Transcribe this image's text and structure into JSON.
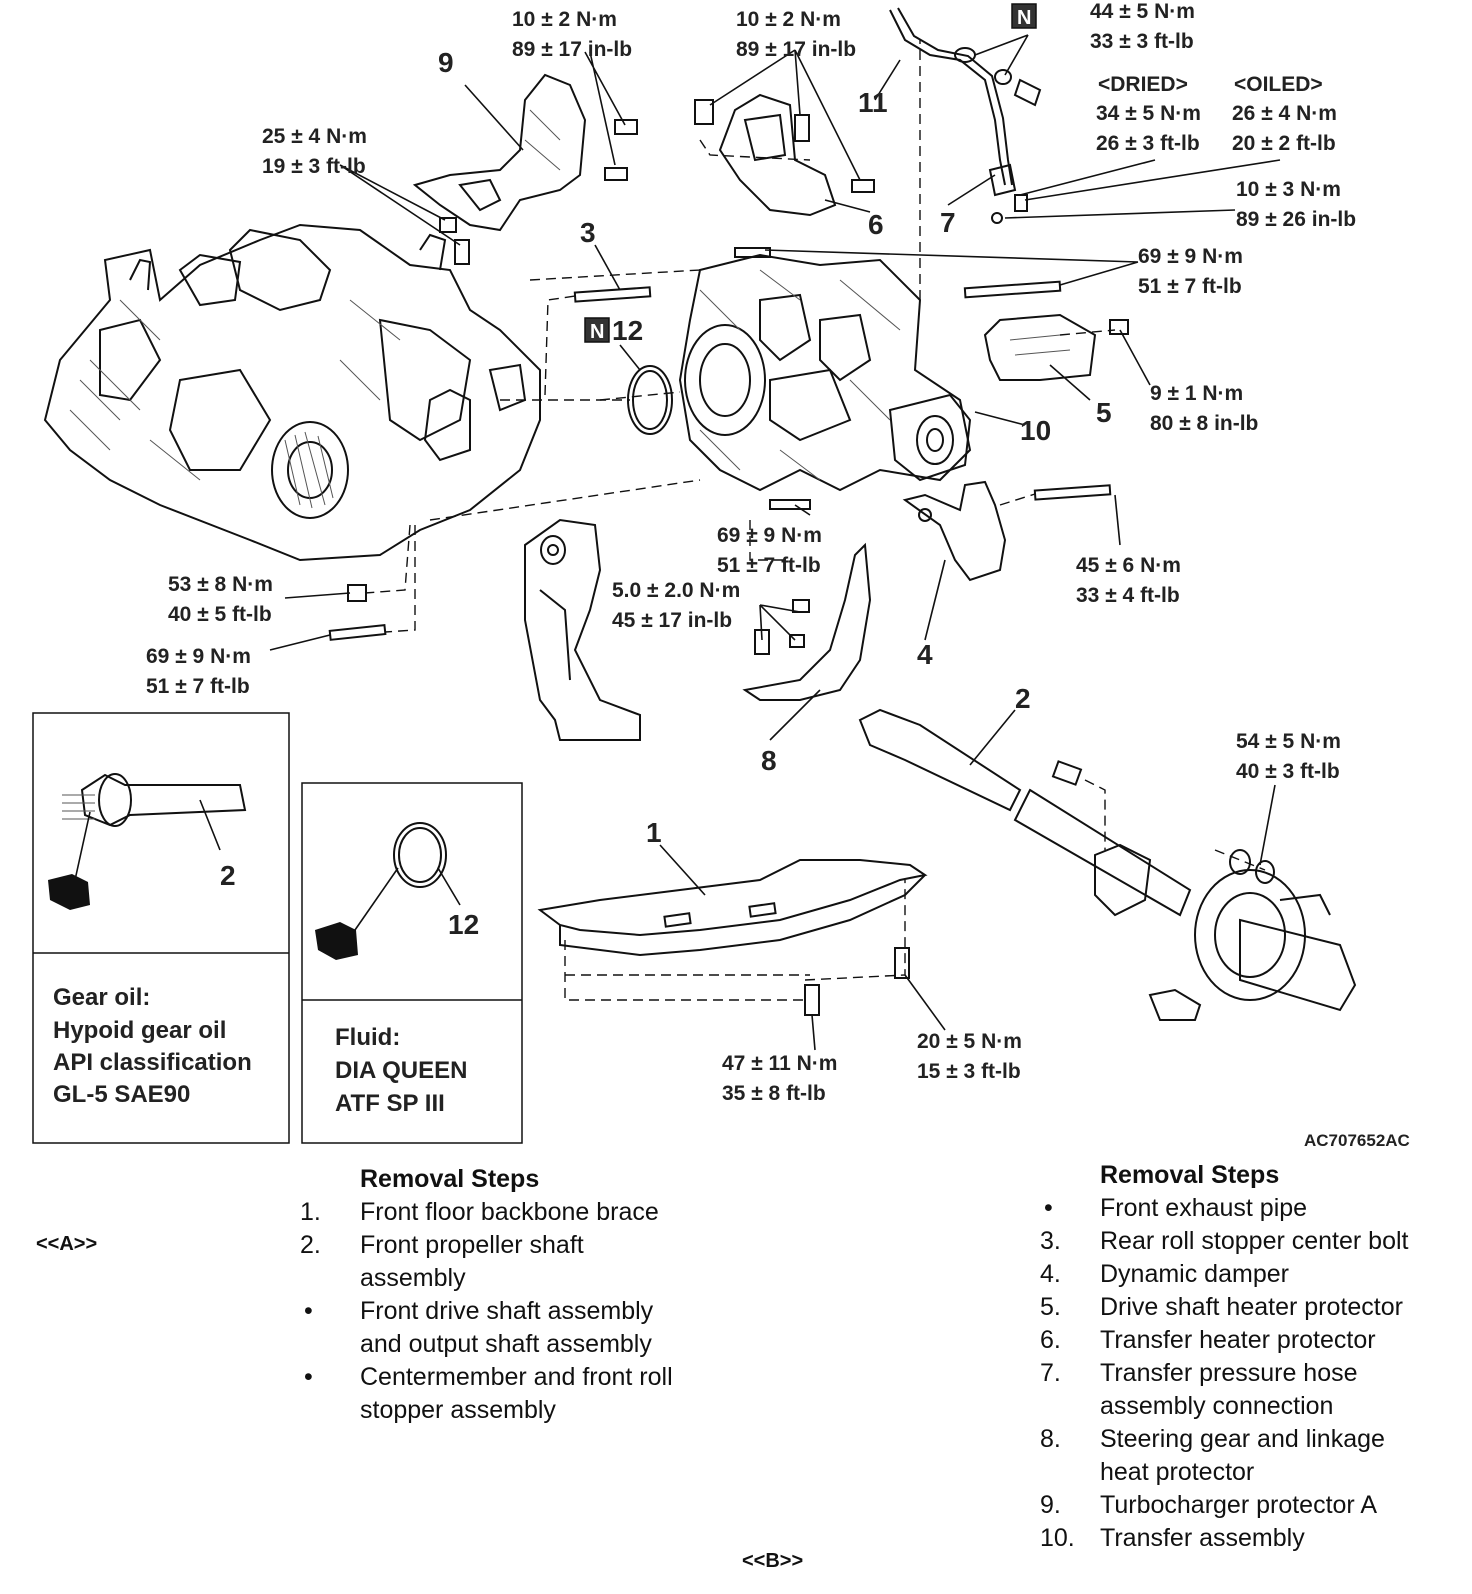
{
  "figure_id": "AC707652AC",
  "callouts": {
    "c1": "1",
    "c2": "2",
    "c2b": "2",
    "c3": "3",
    "c4": "4",
    "c5": "5",
    "c6": "6",
    "c7": "7",
    "c8": "8",
    "c9": "9",
    "c10": "10",
    "c11": "11",
    "c12": "12",
    "c12b": "12",
    "n_mark": "N",
    "n_mark2": "N"
  },
  "torque_specs": {
    "t_top_left_a": "10 ± 2 N·m",
    "t_top_left_b": "89 ± 17 in-lb",
    "t_top_mid_a": "10 ± 2 N·m",
    "t_top_mid_b": "89 ± 17 in-lb",
    "t_top_right_a": "44 ± 5 N·m",
    "t_top_right_b": "33 ± 3 ft-lb",
    "dried_head": "<DRIED>",
    "oiled_head": "<OILED>",
    "dried_a": "34 ± 5 N·m",
    "dried_b": "26 ± 3 ft-lb",
    "oiled_a": "26 ± 4 N·m",
    "oiled_b": "20 ± 2 ft-lb",
    "t_bleed_a": "10 ± 3 N·m",
    "t_bleed_b": "89 ± 26 in-lb",
    "t_guard_a": "25 ± 4 N·m",
    "t_guard_b": "19 ± 3 ft-lb",
    "t_transfer_a": "69 ± 9 N·m",
    "t_transfer_b": "51 ± 7 ft-lb",
    "t_heater_a": "9 ± 1 N·m",
    "t_heater_b": "80 ± 8 in-lb",
    "t_lower_a": "69 ± 9 N·m",
    "t_lower_b": "51 ± 7 ft-lb",
    "t_damper_a": "45 ± 6 N·m",
    "t_damper_b": "33 ± 4 ft-lb",
    "t_mount_a": "53 ± 8 N·m",
    "t_mount_b": "40 ± 5 ft-lb",
    "t_mount2_a": "69 ± 9 N·m",
    "t_mount2_b": "51 ± 7 ft-lb",
    "t_steer_a": "5.0 ± 2.0 N·m",
    "t_steer_b": "45 ± 17 in-lb",
    "t_flange_a": "54 ± 5 N·m",
    "t_flange_b": "40 ± 3 ft-lb",
    "t_brace_a": "47 ± 11 N·m",
    "t_brace_b": "35 ± 8 ft-lb",
    "t_brace2_a": "20 ± 5 N·m",
    "t_brace2_b": "15 ± 3 ft-lb"
  },
  "boxes": {
    "gear_oil_1": "Gear oil:",
    "gear_oil_2": "Hypoid gear oil",
    "gear_oil_3": "API classification",
    "gear_oil_4": "GL-5 SAE90",
    "fluid_1": "Fluid:",
    "fluid_2": "DIA QUEEN",
    "fluid_3": "ATF SP III"
  },
  "left_steps": {
    "title": "Removal Steps",
    "marker_a": "<<A>>",
    "items": [
      {
        "num": "1.",
        "text": "Front floor backbone brace"
      },
      {
        "num": "2.",
        "text": "Front propeller shaft\nassembly"
      },
      {
        "num": "•",
        "text": "Front drive shaft assembly\nand output shaft assembly"
      },
      {
        "num": "•",
        "text": "Centermember and front roll\nstopper assembly"
      }
    ]
  },
  "right_steps": {
    "title": "Removal Steps",
    "marker_b": "<<B>>",
    "items": [
      {
        "num": "•",
        "text": "Front exhaust pipe"
      },
      {
        "num": "3.",
        "text": "Rear roll stopper center bolt"
      },
      {
        "num": "4.",
        "text": "Dynamic damper"
      },
      {
        "num": "5.",
        "text": "Drive shaft heater protector"
      },
      {
        "num": "6.",
        "text": "Transfer heater protector"
      },
      {
        "num": "7.",
        "text": "Transfer pressure hose\nassembly connection"
      },
      {
        "num": "8.",
        "text": "Steering gear and linkage\nheat protector"
      },
      {
        "num": "9.",
        "text": "Turbocharger protector A"
      },
      {
        "num": "10.",
        "text": "Transfer assembly"
      }
    ]
  }
}
